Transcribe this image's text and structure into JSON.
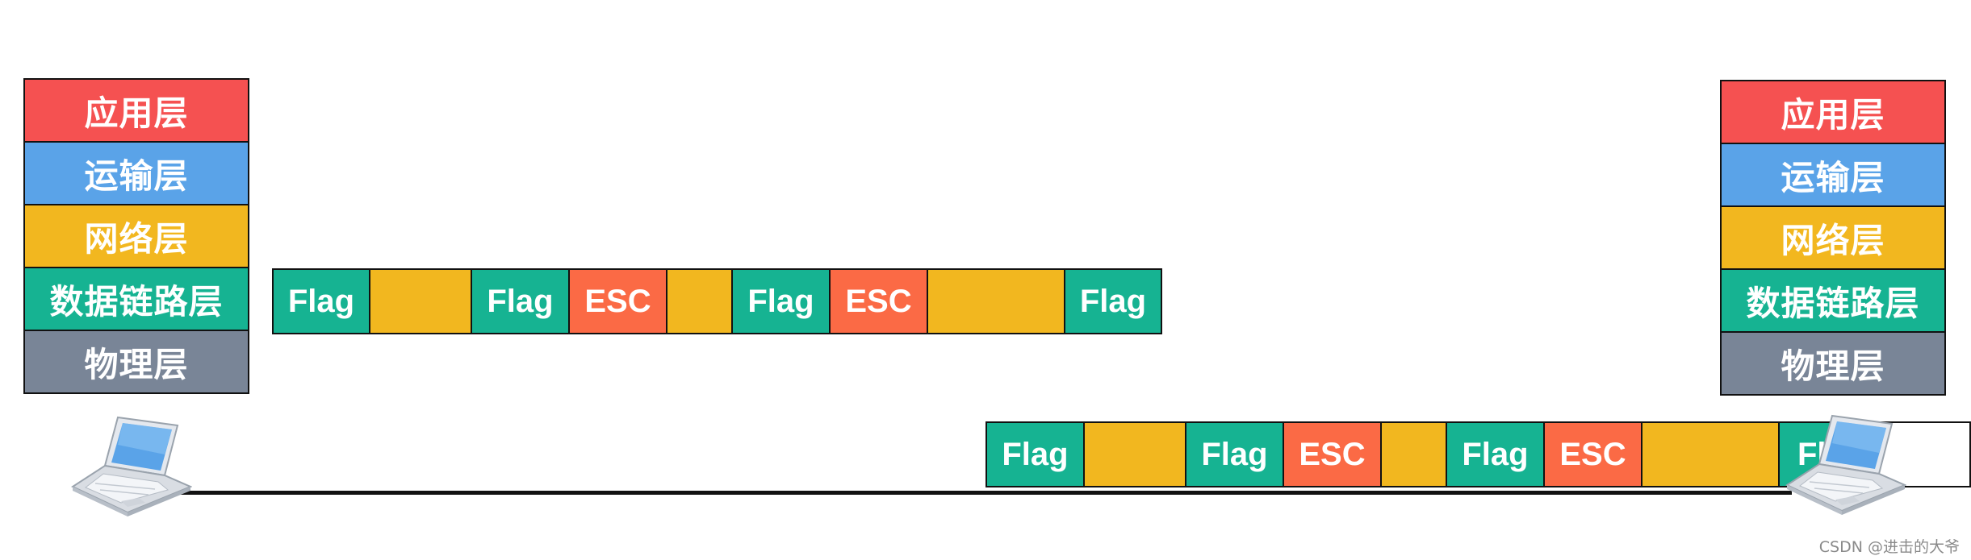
{
  "colors": {
    "application": "#f55151",
    "transport": "#5aa3e8",
    "network": "#f2b71f",
    "datalink": "#16b392",
    "physical": "#798597",
    "flag": "#16b392",
    "esc": "#fb6a45",
    "data": "#f2b71f",
    "line": "#111111",
    "laptop_screen": "#5aa3e8",
    "laptop_body": "#d9dde3"
  },
  "left_stack": {
    "layers": [
      "应用层",
      "运输层",
      "网络层",
      "数据链路层",
      "物理层"
    ]
  },
  "right_stack": {
    "layers": [
      "应用层",
      "运输层",
      "网络层",
      "数据链路层",
      "物理层"
    ]
  },
  "frame_top": {
    "segments": [
      {
        "type": "flag",
        "label": "Flag"
      },
      {
        "type": "data",
        "label": ""
      },
      {
        "type": "flag",
        "label": "Flag"
      },
      {
        "type": "esc",
        "label": "ESC"
      },
      {
        "type": "data",
        "label": ""
      },
      {
        "type": "flag",
        "label": "Flag"
      },
      {
        "type": "esc",
        "label": "ESC"
      },
      {
        "type": "data",
        "label": ""
      },
      {
        "type": "flag",
        "label": "Flag"
      }
    ]
  },
  "frame_bottom": {
    "segments": [
      {
        "type": "flag",
        "label": "Flag"
      },
      {
        "type": "data",
        "label": ""
      },
      {
        "type": "flag",
        "label": "Flag"
      },
      {
        "type": "esc",
        "label": "ESC"
      },
      {
        "type": "data",
        "label": ""
      },
      {
        "type": "flag",
        "label": "Flag"
      },
      {
        "type": "esc",
        "label": "ESC"
      },
      {
        "type": "data",
        "label": ""
      },
      {
        "type": "flag",
        "label": "Flag"
      }
    ]
  },
  "icons": {
    "left_host": "laptop-icon",
    "right_host": "laptop-icon"
  },
  "watermark": "CSDN @进击的大爷"
}
